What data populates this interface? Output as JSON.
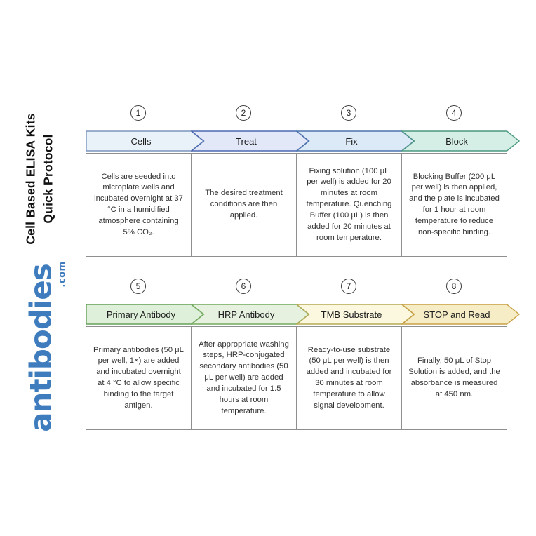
{
  "branding": {
    "title_line1": "Cell Based ELISA Kits",
    "title_line2": "Quick Protocol",
    "logo_text": "antibodies",
    "logo_suffix": ".com",
    "logo_color": "#3e7cbe"
  },
  "steps": [
    {
      "number": "1",
      "title": "Cells",
      "description": "Cells are seeded into microplate wells and incubated overnight at 37 °C in a humidified atmosphere containing 5% CO₂.",
      "fill": "#e9f1f9",
      "stroke": "#7b96bd"
    },
    {
      "number": "2",
      "title": "Treat",
      "description": "The desired treatment conditions are then applied.",
      "fill": "#e2e8f8",
      "stroke": "#4b69b1"
    },
    {
      "number": "3",
      "title": "Fix",
      "description": "Fixing solution (100 μL per well) is added for 20 minutes at room temperature. Quenching Buffer (100 μL) is then added for 20 minutes at room temperature.",
      "fill": "#dce9f7",
      "stroke": "#4d74ad"
    },
    {
      "number": "4",
      "title": "Block",
      "description": "Blocking Buffer (200 μL per well) is then applied, and the plate is incubated for 1 hour at room temperature to reduce non-specific binding.",
      "fill": "#d5efe7",
      "stroke": "#4a9781"
    },
    {
      "number": "5",
      "title": "Primary Antibody",
      "description": "Primary antibodies (50 μL per well, 1×) are added and incubated overnight at 4 °C to allow specific binding to the target antigen.",
      "fill": "#def0d9",
      "stroke": "#67a05b"
    },
    {
      "number": "6",
      "title": "HRP Antibody",
      "description": "After appropriate washing steps, HRP-conjugated secondary antibodies (50 μL per well) are added and incubated for 1.5 hours at room temperature.",
      "fill": "#e6f2df",
      "stroke": "#74aa60"
    },
    {
      "number": "7",
      "title": "TMB Substrate",
      "description": "Ready-to-use substrate (50 μL per well) is then added and incubated for 30 minutes at room temperature to allow signal development.",
      "fill": "#fbf8df",
      "stroke": "#b5ab55"
    },
    {
      "number": "8",
      "title": "STOP and Read",
      "description": "Finally, 50 μL of Stop Solution is added, and the absorbance is measured at 450 nm.",
      "fill": "#f6ecc6",
      "stroke": "#c7a145"
    }
  ]
}
